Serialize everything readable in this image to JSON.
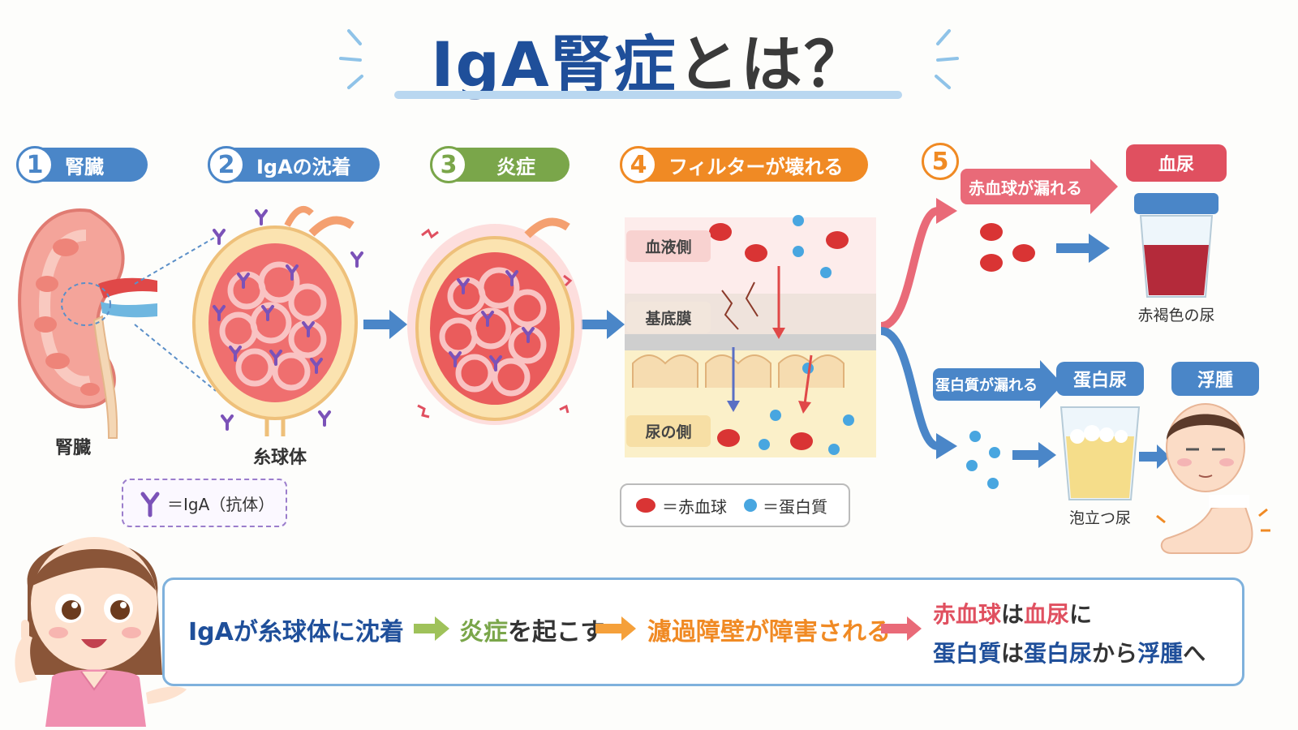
{
  "title": {
    "part1": "IgA腎症",
    "part2": "とは？"
  },
  "colors": {
    "blue": "#4a86c8",
    "green": "#7aa64a",
    "orange": "#f08a24",
    "red": "#e05060",
    "darkblue": "#1f4f9a"
  },
  "steps": [
    {
      "num": "1",
      "label": "腎臓"
    },
    {
      "num": "2",
      "label": "IgAの沈着"
    },
    {
      "num": "3",
      "label": "炎症"
    },
    {
      "num": "4",
      "label": "フィルターが壊れる"
    },
    {
      "num": "5"
    }
  ],
  "captions": {
    "kidney": "腎臓",
    "glomerulus": "糸球体"
  },
  "legend_iga": "＝IgA（抗体）",
  "layers": {
    "blood": "血液側",
    "membrane": "基底膜",
    "urine": "尿の側"
  },
  "legend_cells": {
    "rbc": "＝赤血球",
    "protein": "＝蛋白質"
  },
  "outcome_top": {
    "flow_label": "赤血球が漏れる",
    "result_tag": "血尿",
    "caption": "赤褐色の尿"
  },
  "outcome_bottom": {
    "flow_label": "蛋白質が漏れる",
    "result_tag": "蛋白尿",
    "edema_tag": "浮腫",
    "caption": "泡立つ尿"
  },
  "summary": {
    "part1": "IgAが糸球体に沈着",
    "part2a": "炎症",
    "part2b": "を起こす",
    "part3": "濾過障壁が障害される",
    "line1a": "赤血球",
    "line1b": "は",
    "line1c": "血尿",
    "line1d": "に",
    "line2a": "蛋白質",
    "line2b": "は",
    "line2c": "蛋白尿",
    "line2d": "から",
    "line2e": "浮腫",
    "line2f": "へ"
  }
}
